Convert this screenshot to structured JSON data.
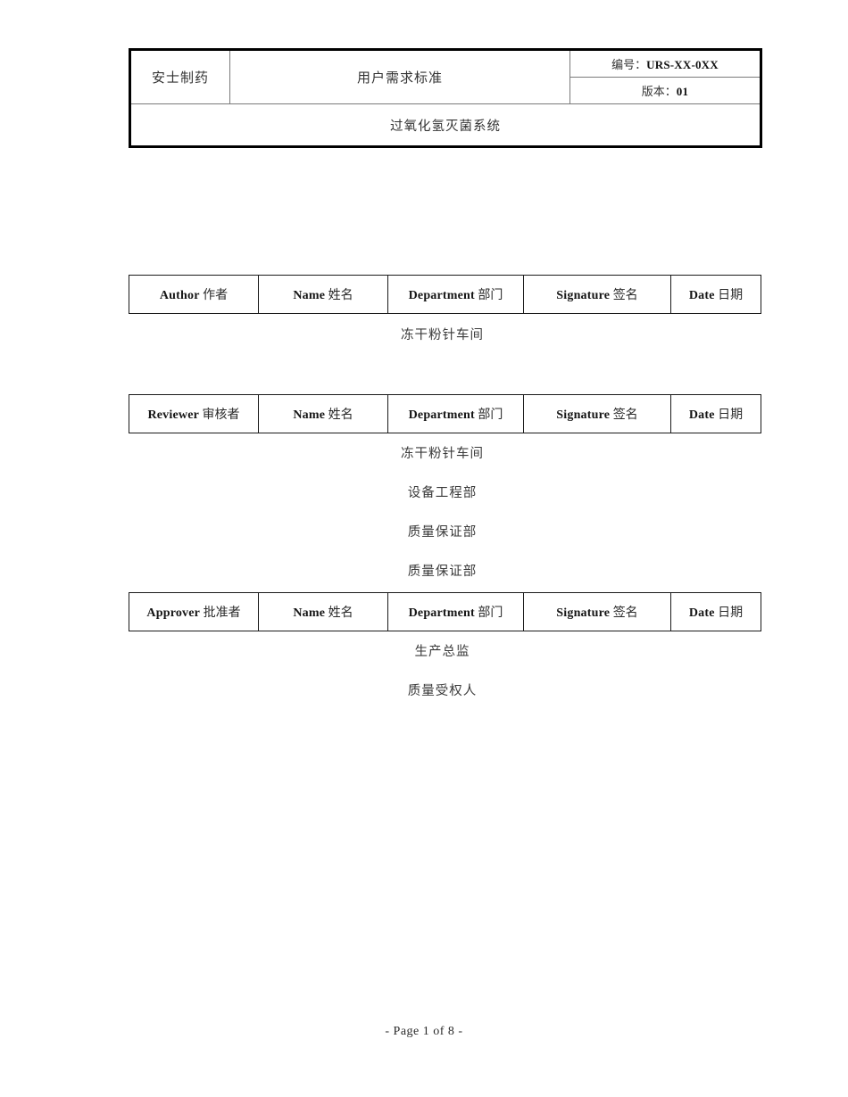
{
  "header": {
    "company": "安士制药",
    "doc_title": "用户需求标准",
    "code_label": "编号：",
    "code_value": "URS-XX-0XX",
    "version_label": "版本：",
    "version_value": "01",
    "system_name": "过氧化氢灭菌系统"
  },
  "columns": {
    "name_en": "Name",
    "name_zh": "姓名",
    "department_en": "Department",
    "department_zh": "部门",
    "signature_en": "Signature",
    "signature_zh": "签名",
    "date_en": "Date",
    "date_zh": "日期"
  },
  "blocks": [
    {
      "role_en": "Author",
      "role_zh": "作者",
      "departments": [
        "冻干粉针车间"
      ]
    },
    {
      "role_en": "Reviewer",
      "role_zh": "审核者",
      "departments": [
        "冻干粉针车间",
        "设备工程部",
        "质量保证部",
        "质量保证部"
      ]
    },
    {
      "role_en": "Approver",
      "role_zh": "批准者",
      "departments": [
        "生产总监",
        "质量受权人"
      ]
    }
  ],
  "footer": {
    "text": "- Page  1  of  8  -"
  }
}
